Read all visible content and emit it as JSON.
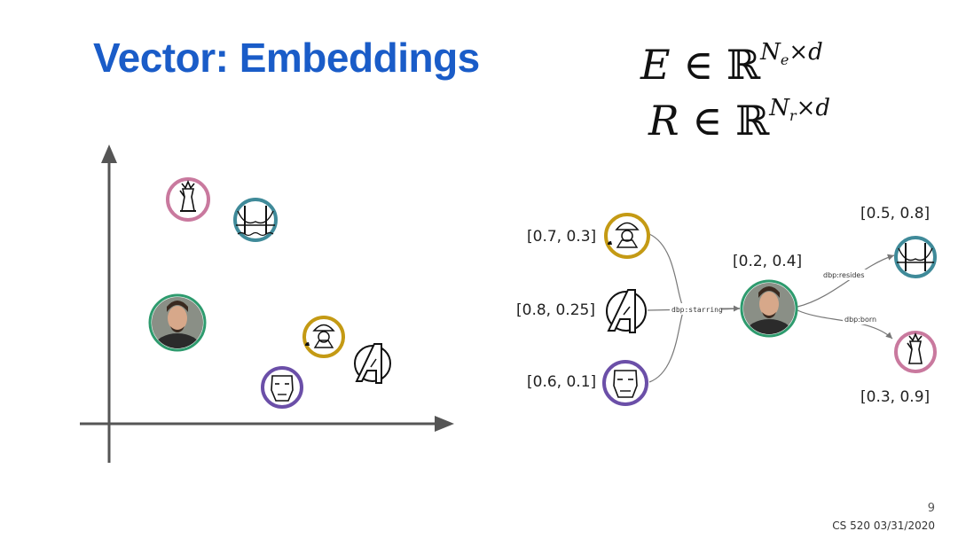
{
  "title": "Vector: Embeddings",
  "formulas": {
    "entity": {
      "var": "E",
      "rel": "∈",
      "set": "ℝ",
      "dims": "Ne×d"
    },
    "relation": {
      "var": "R",
      "rel": "∈",
      "set": "ℝ",
      "dims": "Nr×d"
    }
  },
  "graph": {
    "left_labels": [
      "[0.7, 0.3]",
      "[0.8, 0.25]",
      "[0.6, 0.1]"
    ],
    "center_label": "[0.2, 0.4]",
    "right_top_label": "[0.5, 0.8]",
    "right_bottom_label": "[0.3, 0.9]",
    "edge_starring": "dbp:starring",
    "edge_resides": "dbp:resides",
    "edge_born": "dbp:born"
  },
  "colors": {
    "title": "#1a5cc8",
    "liberty": "#c9799e",
    "bridge": "#3f8a99",
    "person": "#2e9b6e",
    "sherlock": "#c49a14",
    "ironman": "#6b4fa8",
    "axis": "#555555"
  },
  "icons": [
    "statue-of-liberty-icon",
    "golden-gate-bridge-icon",
    "actor-portrait-icon",
    "sherlock-holmes-icon",
    "avengers-logo-icon",
    "iron-man-helmet-icon"
  ],
  "page_number": "9",
  "footer": "CS 520 03/31/2020"
}
